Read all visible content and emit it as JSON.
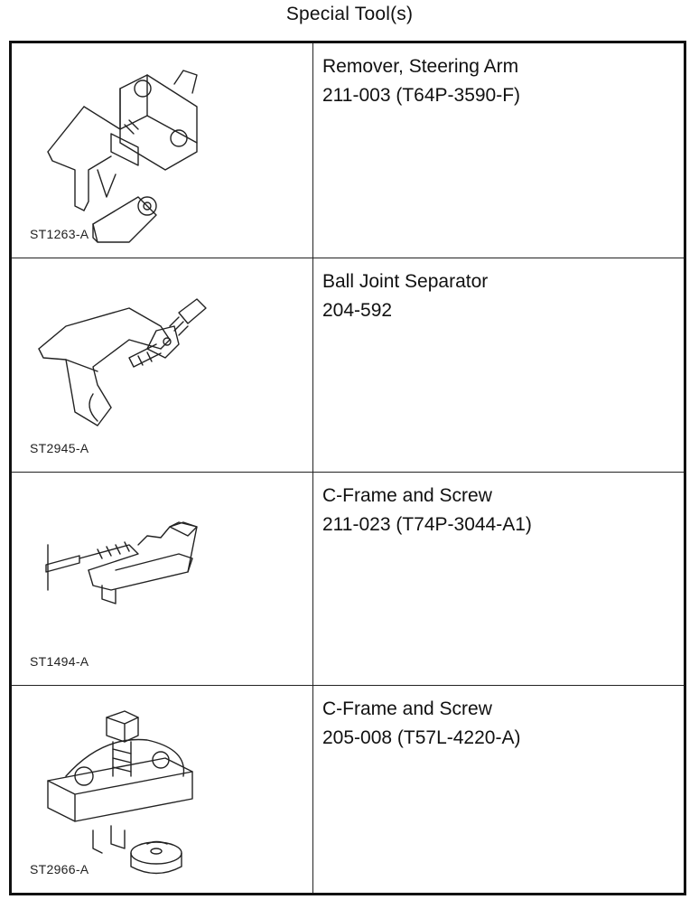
{
  "page": {
    "title": "Special Tool(s)"
  },
  "tools": [
    {
      "code": "ST1263-A",
      "name": "Remover, Steering Arm",
      "number": "211-003 (T64P-3590-F)",
      "icon": "steering-arm-remover-icon"
    },
    {
      "code": "ST2945-A",
      "name": "Ball Joint Separator",
      "number": "204-592",
      "icon": "ball-joint-separator-icon"
    },
    {
      "code": "ST1494-A",
      "name": "C-Frame and Screw",
      "number": "211-023 (T74P-3044-A1)",
      "icon": "c-frame-screw-icon"
    },
    {
      "code": "ST2966-A",
      "name": "C-Frame and Screw",
      "number": "205-008 (T57L-4220-A)",
      "icon": "c-frame-screw-icon"
    }
  ]
}
